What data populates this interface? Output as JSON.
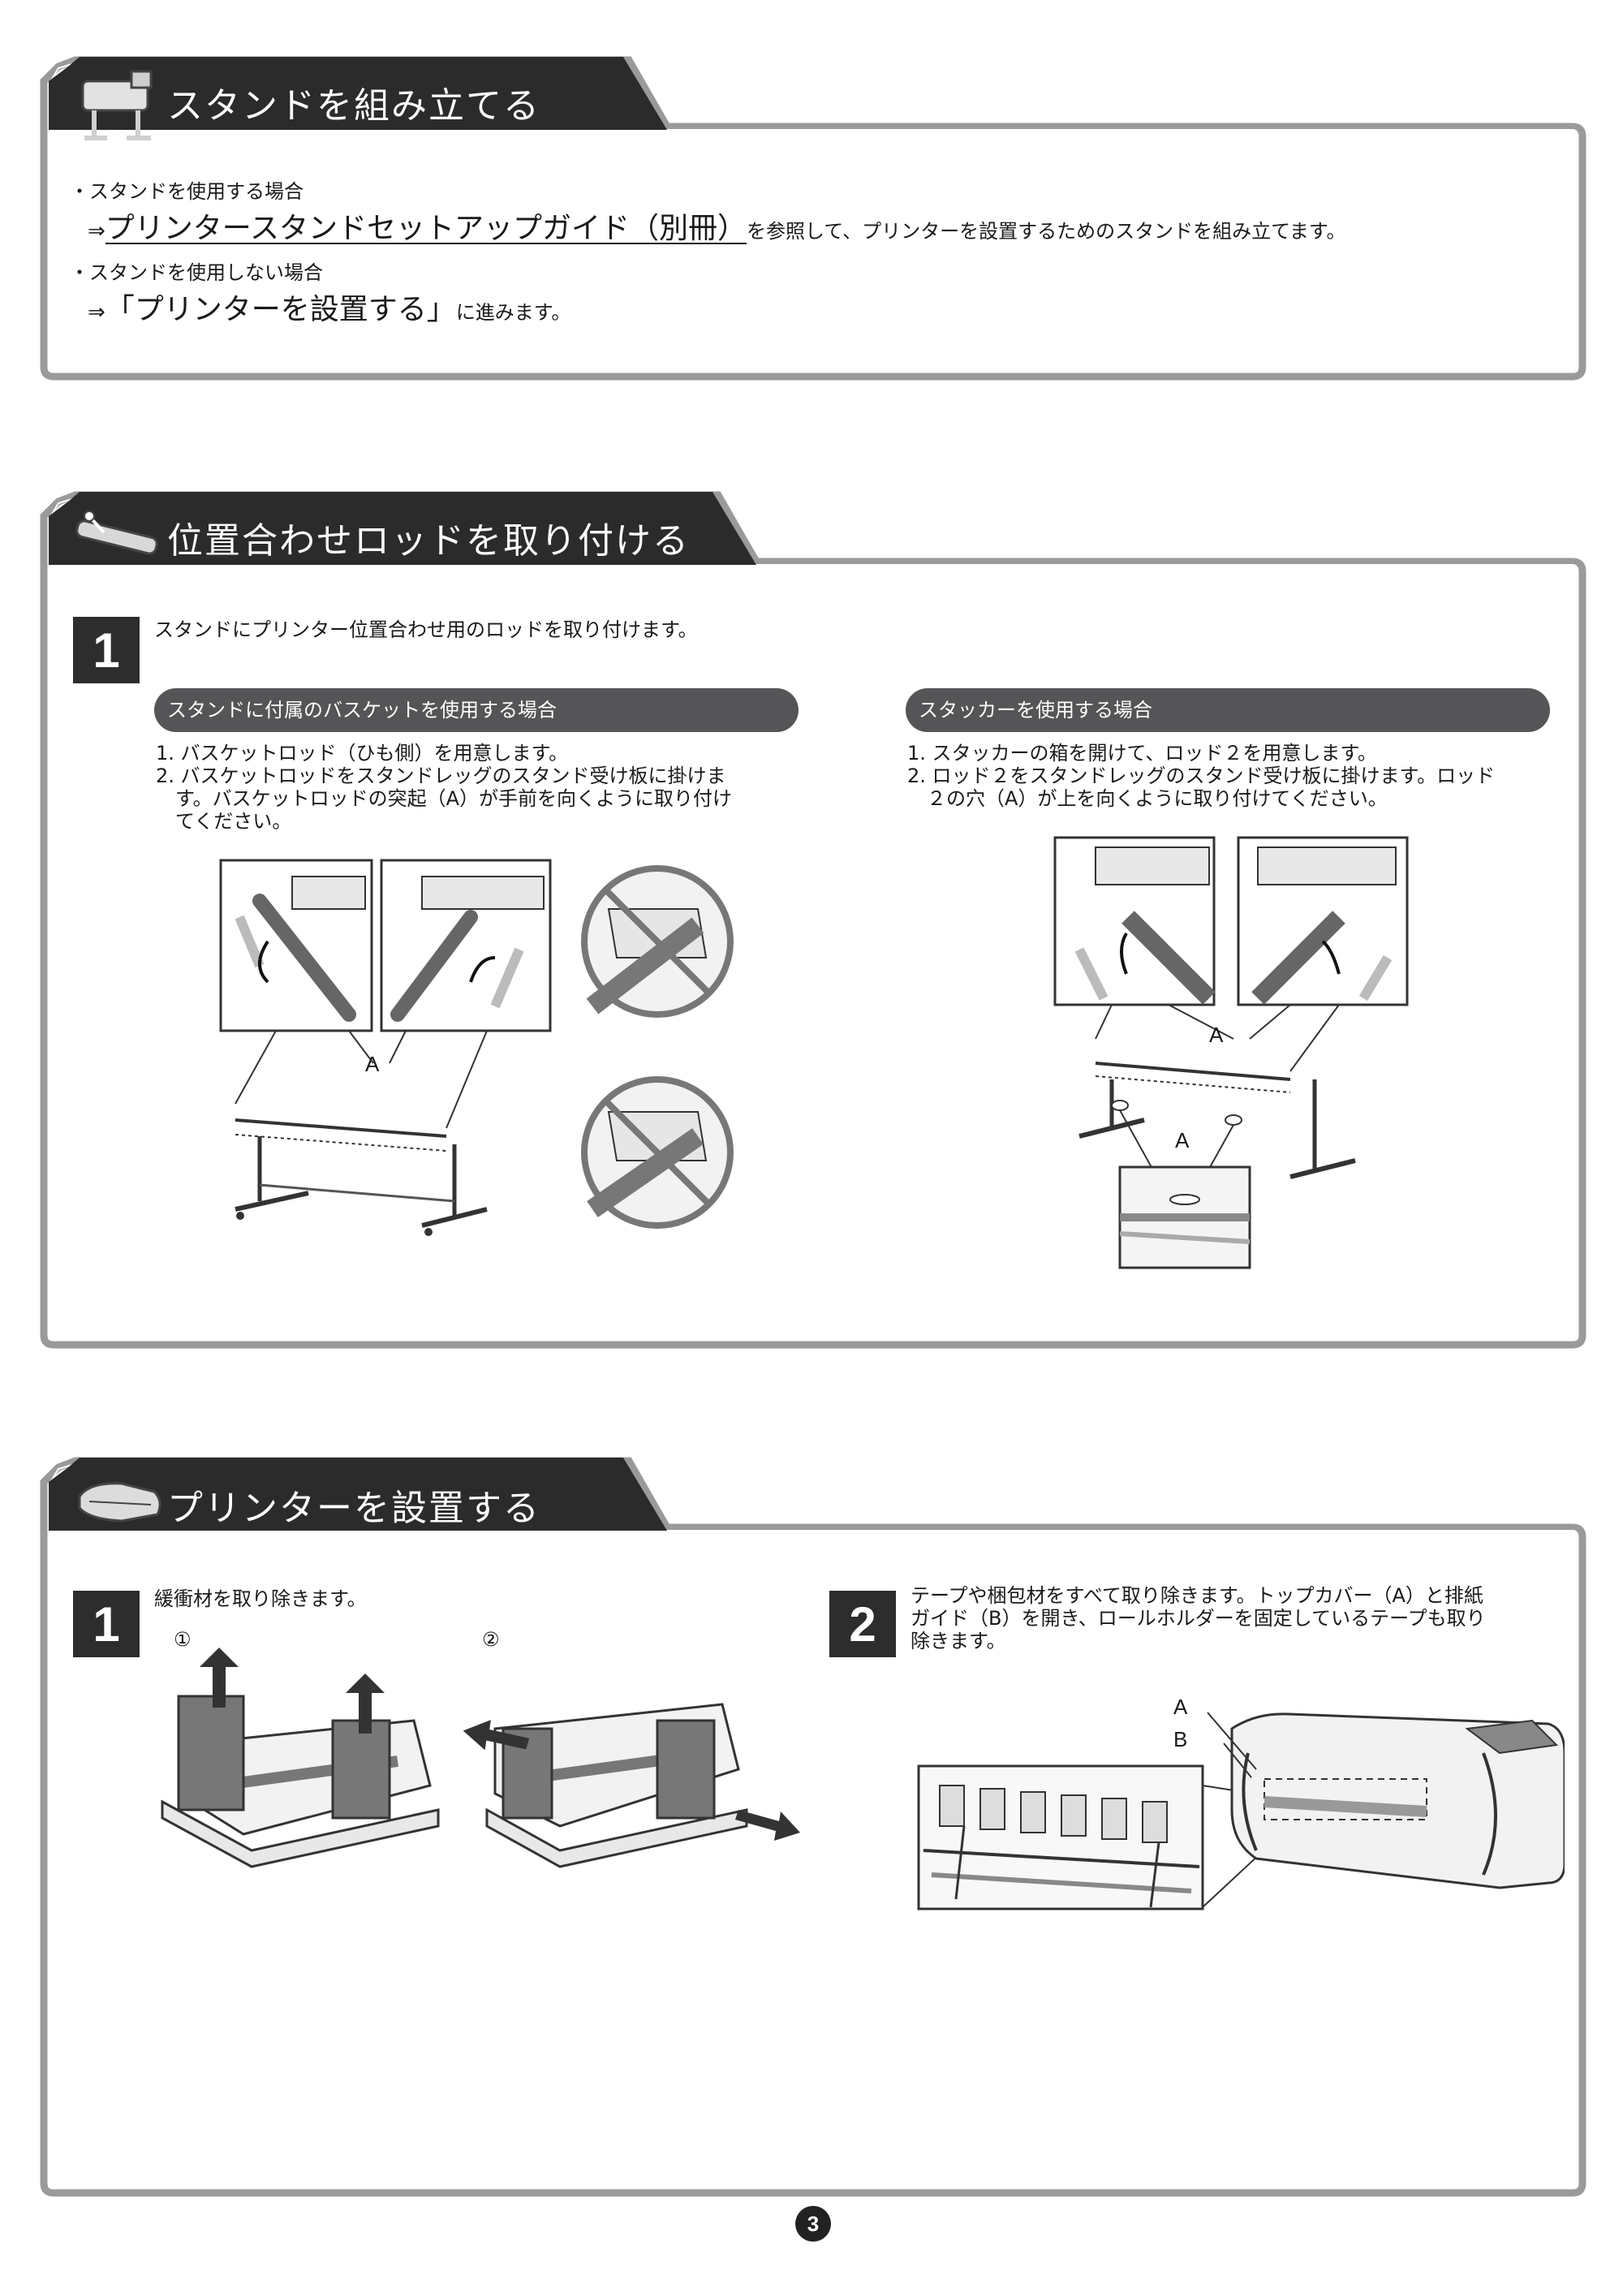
{
  "section1": {
    "title": "スタンドを組み立てる",
    "case1_label": "・スタンドを使用する場合",
    "case1_arrow": "⇒",
    "case1_link": "プリンタースタンドセットアップガイド（別冊）",
    "case1_rest": "を参照して、プリンターを設置するためのスタンドを組み立てます。",
    "case2_label": "・スタンドを使用しない場合",
    "case2_arrow": "⇒",
    "case2_link": "「プリンターを設置する」",
    "case2_rest": "に進みます。"
  },
  "section2": {
    "title": "位置合わせロッドを取り付ける",
    "step_number": "1",
    "step_text": "スタンドにプリンター位置合わせ用のロッドを取り付けます。",
    "left": {
      "heading": "スタンドに付属のバスケットを使用する場合",
      "lines": [
        "1. バスケットロッド（ひも側）を用意します。",
        "2. バスケットロッドをスタンドレッグのスタンド受け板に掛けま",
        "　す。バスケットロッドの突起（A）が手前を向くように取り付け",
        "　てください。"
      ],
      "label_a": "A"
    },
    "right": {
      "heading": "スタッカーを使用する場合",
      "lines": [
        "1. スタッカーの箱を開けて、ロッド２を用意します。",
        "2. ロッド２をスタンドレッグのスタンド受け板に掛けます。ロッド",
        "　２の穴（A）が上を向くように取り付けてください。"
      ],
      "label_a_top": "A",
      "label_a_bottom": "A"
    }
  },
  "section3": {
    "title": "プリンターを設置する",
    "step1": {
      "number": "1",
      "text": "緩衝材を取り除きます。",
      "sub1": "①",
      "sub2": "②"
    },
    "step2": {
      "number": "2",
      "lines": [
        "テープや梱包材をすべて取り除きます。トップカバー（A）と排紙",
        "ガイド（B）を開き、ロールホルダーを固定しているテープも取り",
        "除きます。"
      ],
      "label_a": "A",
      "label_b": "B"
    }
  },
  "page_number": "3",
  "colors": {
    "tab": "#2b2b2b",
    "frame": "#8e8e8e",
    "pill": "#555558",
    "step_box": "#2d2d2d"
  }
}
